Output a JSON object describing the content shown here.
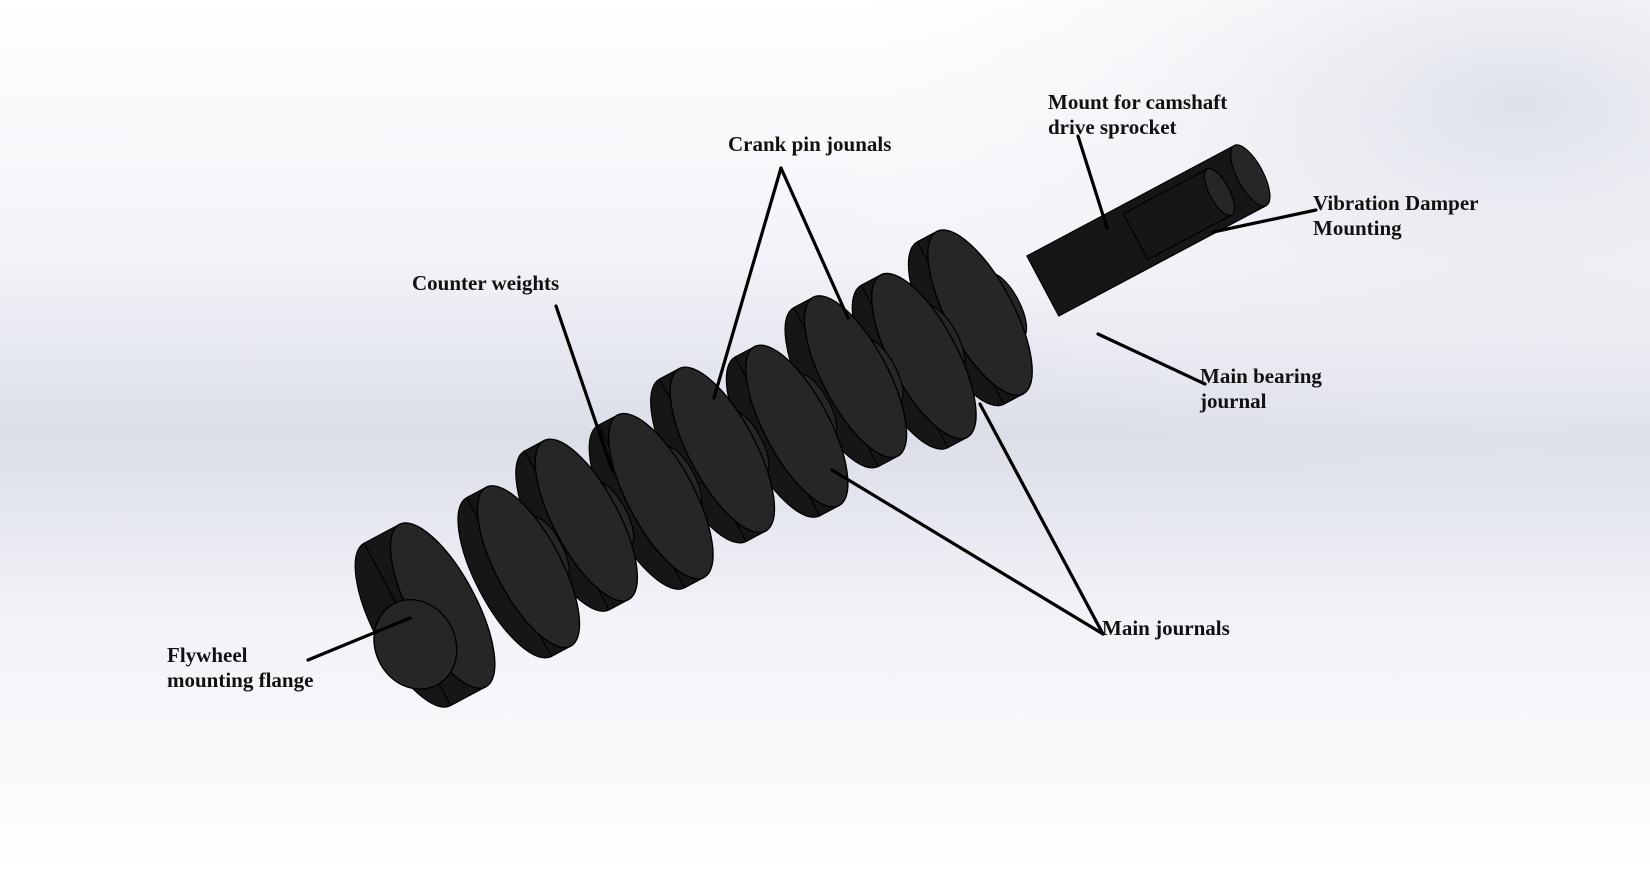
{
  "diagram": {
    "subject": "crankshaft",
    "colors": {
      "part_fill": "#262626",
      "part_side": "#161616",
      "part_edge": "#000000",
      "leader_line": "#000000",
      "background_light": "#ffffff",
      "background_shadow": "#d8dae6"
    },
    "labels": {
      "camshaft_mount": [
        "Mount for camshaft",
        "drive sprocket"
      ],
      "crank_pin": [
        "Crank pin jounals"
      ],
      "vibration_damper": [
        "Vibration Damper",
        "Mounting"
      ],
      "counter_weights": [
        "Counter weights"
      ],
      "main_bearing": [
        "Main bearing",
        "journal"
      ],
      "main_journals": [
        "Main journals"
      ],
      "flywheel_flange": [
        "Flywheel",
        "mounting flange"
      ]
    }
  }
}
